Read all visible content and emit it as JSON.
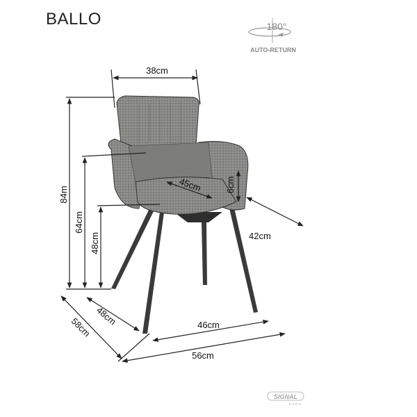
{
  "product_name": "BALLO",
  "rotation": {
    "angle": "180°",
    "label": "AUTO-RETURN"
  },
  "dimensions": {
    "back_width": "38cm",
    "total_height": "84m",
    "armrest_height": "64cm",
    "seat_height": "48cm",
    "seat_depth": "45cm",
    "seat_thickness": "6cm",
    "seat_width": "42cm",
    "base_depth": "48cm",
    "total_depth": "58cm",
    "base_width": "46cm",
    "total_width": "56cm"
  },
  "brand": {
    "name": "SIGNAL",
    "sub": "meble"
  }
}
